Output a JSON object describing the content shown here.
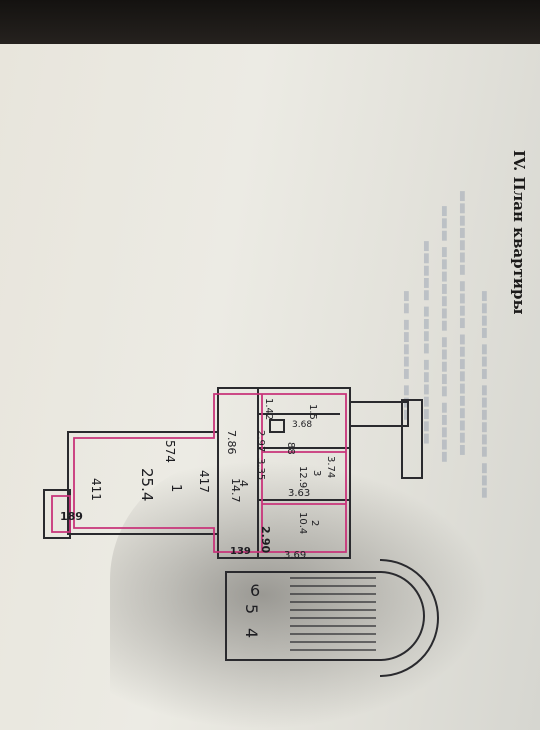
{
  "document": {
    "title": "IV. План квартиры"
  },
  "rooms": [
    {
      "number": "1",
      "area": "25.4",
      "width": "4.11",
      "length": "5.74"
    },
    {
      "number": "2",
      "area": "10.4"
    },
    {
      "number": "3",
      "area": "12.9",
      "width": "3.74"
    },
    {
      "number": "4",
      "area": "14.7"
    }
  ],
  "dimensions": {
    "d_574": "574",
    "d_411": "411",
    "d_189": "189",
    "d_417": "417",
    "d_786": "7.86",
    "d_297": "2.97",
    "d_335": "3.35",
    "d_142": "1.42",
    "d_15": "1.5",
    "d_363": "3.63",
    "d_290": "2.90",
    "d_369": "3.69",
    "d_139": "139",
    "d_368": "3.68",
    "d_374": "3.74"
  },
  "labels": {
    "stair_6": "6",
    "stair_5": "5",
    "stair_4": "4",
    "vent_mark": "88"
  },
  "colors": {
    "wall_line": "#c8347a",
    "ink": "#1e1e22",
    "plan_line": "#2a2a2e"
  }
}
